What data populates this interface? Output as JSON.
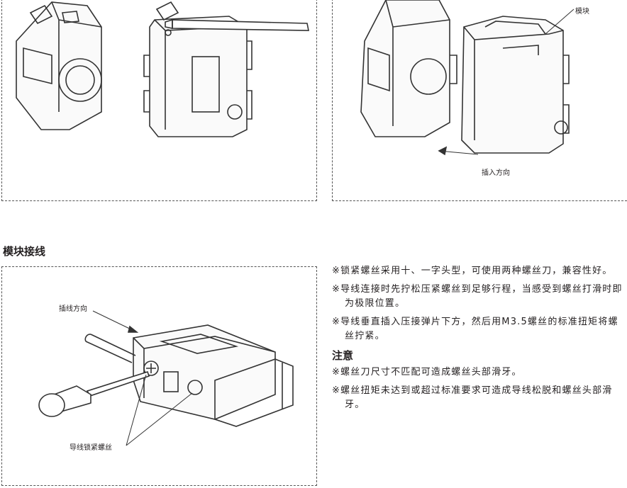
{
  "top_right_panel": {
    "module_label": "模块",
    "insert_direction_label": "插入方向"
  },
  "wiring_section": {
    "title": "模块接线",
    "panel": {
      "wire_direction_label": "插线方向",
      "screw_label": "导线锁紧螺丝"
    },
    "notes": [
      "※锁紧螺丝采用十、一字头型，可使用两种螺丝刀，兼容性好。",
      "※导线连接时先拧松压紧螺丝到足够行程，当感受到螺丝打滑时即为极限位置。",
      "※导线垂直插入压接弹片下方，然后用M3.5螺丝的标准扭矩将螺丝拧紧。"
    ],
    "caution_title": "注意",
    "cautions": [
      "※螺丝刀尺寸不匹配可造成螺丝头部滑牙。",
      "※螺丝扭矩未达到或超过标准要求可造成导线松脱和螺丝头部滑牙。"
    ]
  }
}
